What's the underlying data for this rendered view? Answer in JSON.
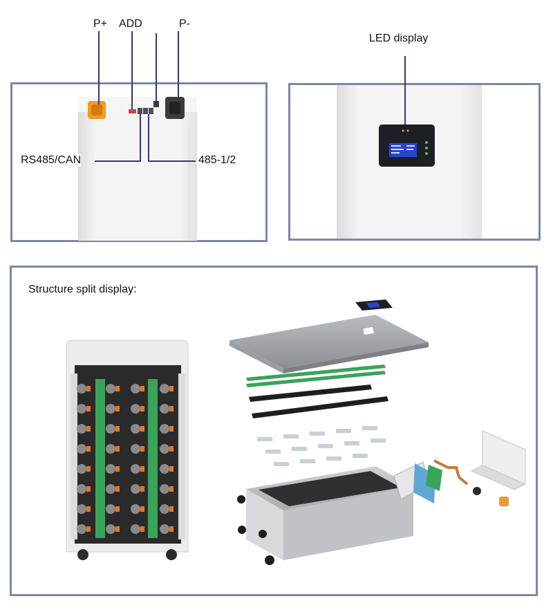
{
  "labels": {
    "p_plus": "P+",
    "add": "ADD",
    "p_minus": "P-",
    "rs485_can": "RS485/CAN",
    "port_485": "485-1/2",
    "led_display": "LED display",
    "structure_title": "Structure split display:"
  },
  "colors": {
    "frame_border": "#7b86ab",
    "leader_line": "#2f3a73",
    "positive_terminal": "#f39a1e",
    "pcb_green": "#3aa35a",
    "lcd_blue": "#2b45c8"
  }
}
